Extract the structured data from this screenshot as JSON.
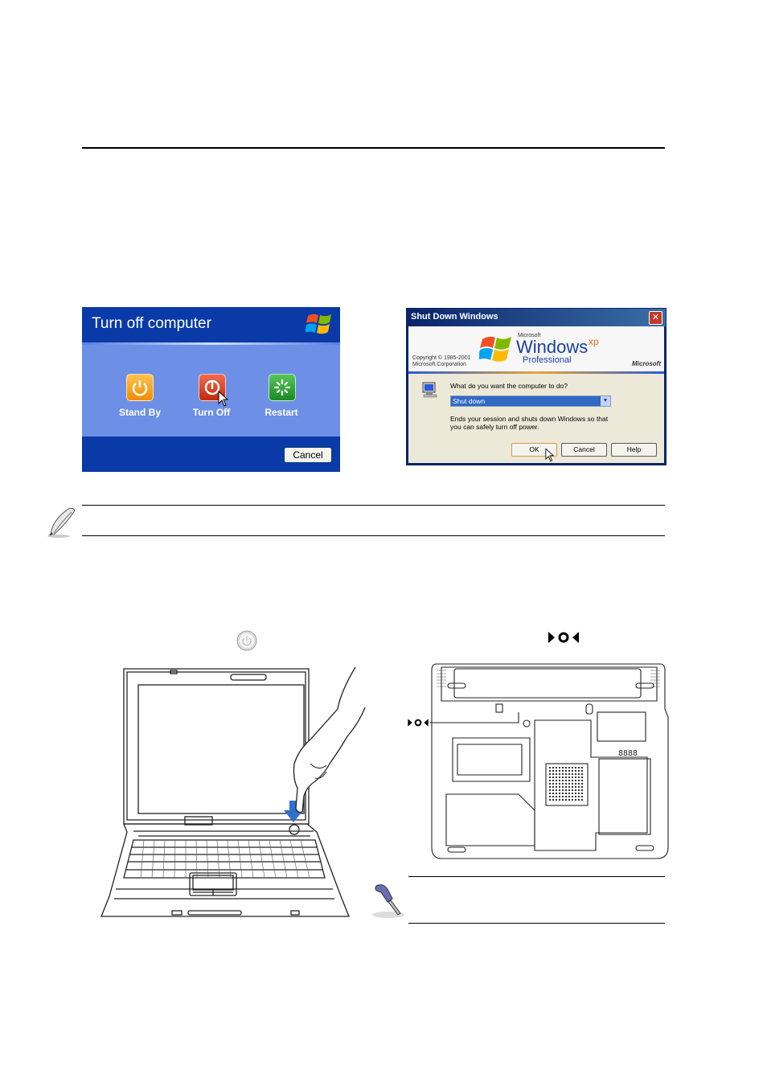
{
  "turn_off_dialog": {
    "title": "Turn off computer",
    "standby_label": "Stand By",
    "turnoff_label": "Turn Off",
    "restart_label": "Restart",
    "cancel_label": "Cancel"
  },
  "shutdown_dialog": {
    "title": "Shut Down Windows",
    "brand_small": "Microsoft",
    "brand_name": "Windows",
    "brand_xp": "xp",
    "brand_edition": "Professional",
    "copyright_line1": "Copyright © 1985-2001",
    "copyright_line2": "Microsoft Corporation",
    "brand_logo_text": "Microsoft",
    "prompt": "What do you want the computer to do?",
    "selected_option": "Shut down",
    "description_line1": "Ends your session and shuts down Windows so that",
    "description_line2": "you can safely turn off power.",
    "ok_label": "OK",
    "cancel_label": "Cancel",
    "help_label": "Help"
  },
  "bottom_view": {
    "vent_label": "8888"
  }
}
